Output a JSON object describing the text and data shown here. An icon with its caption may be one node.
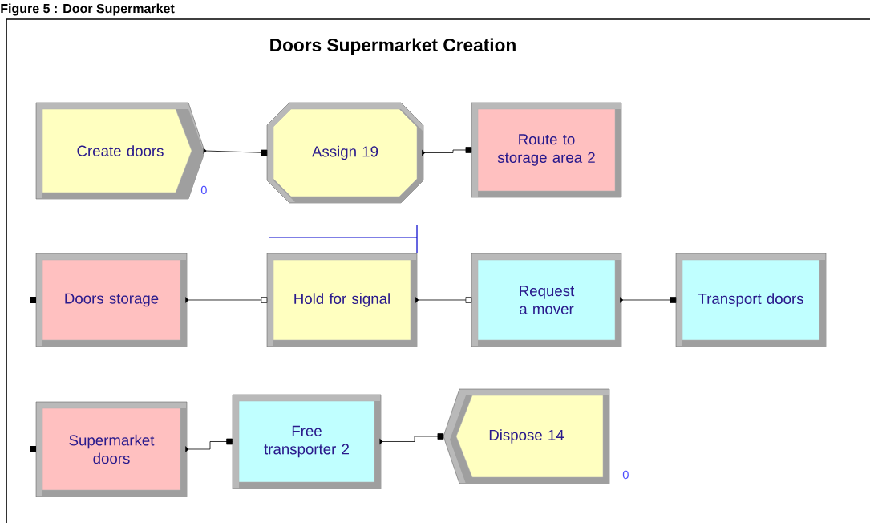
{
  "diagram": {
    "title": "Doors Supermarket Creation",
    "caption": "Figure 5 : Door Supermarket",
    "nodes": [
      {
        "text": [
          "Create doors"
        ],
        "beside": [
          "0"
        ]
      },
      {
        "text": [
          "Assign 19"
        ]
      },
      {
        "text": [
          "Route to storage area 2"
        ]
      },
      {
        "text": [
          "Doors storage"
        ]
      },
      {
        "text": [
          "Hold for signal"
        ]
      },
      {
        "text": [
          "Request a mover"
        ]
      },
      {
        "text": [
          "Transport doors"
        ]
      },
      {
        "text": [
          "Supermarket doors"
        ]
      },
      {
        "text": [
          "Free transporter 2"
        ]
      },
      {
        "text": [
          "Dispose 14"
        ],
        "beside": [
          "0"
        ]
      }
    ],
    "edges": [
      {
        "from": 0,
        "to": 1,
        "arrow": "other"
      },
      {
        "from": 1,
        "to": 2,
        "arrow": "other"
      },
      {
        "from": 3,
        "to": 4,
        "arrow": "other"
      },
      {
        "from": 4,
        "to": 5,
        "arrow": "other"
      },
      {
        "from": 5,
        "to": 6,
        "arrow": "other"
      },
      {
        "from": 7,
        "to": 8,
        "arrow": "other"
      },
      {
        "from": 8,
        "to": 9,
        "arrow": "other"
      }
    ]
  }
}
